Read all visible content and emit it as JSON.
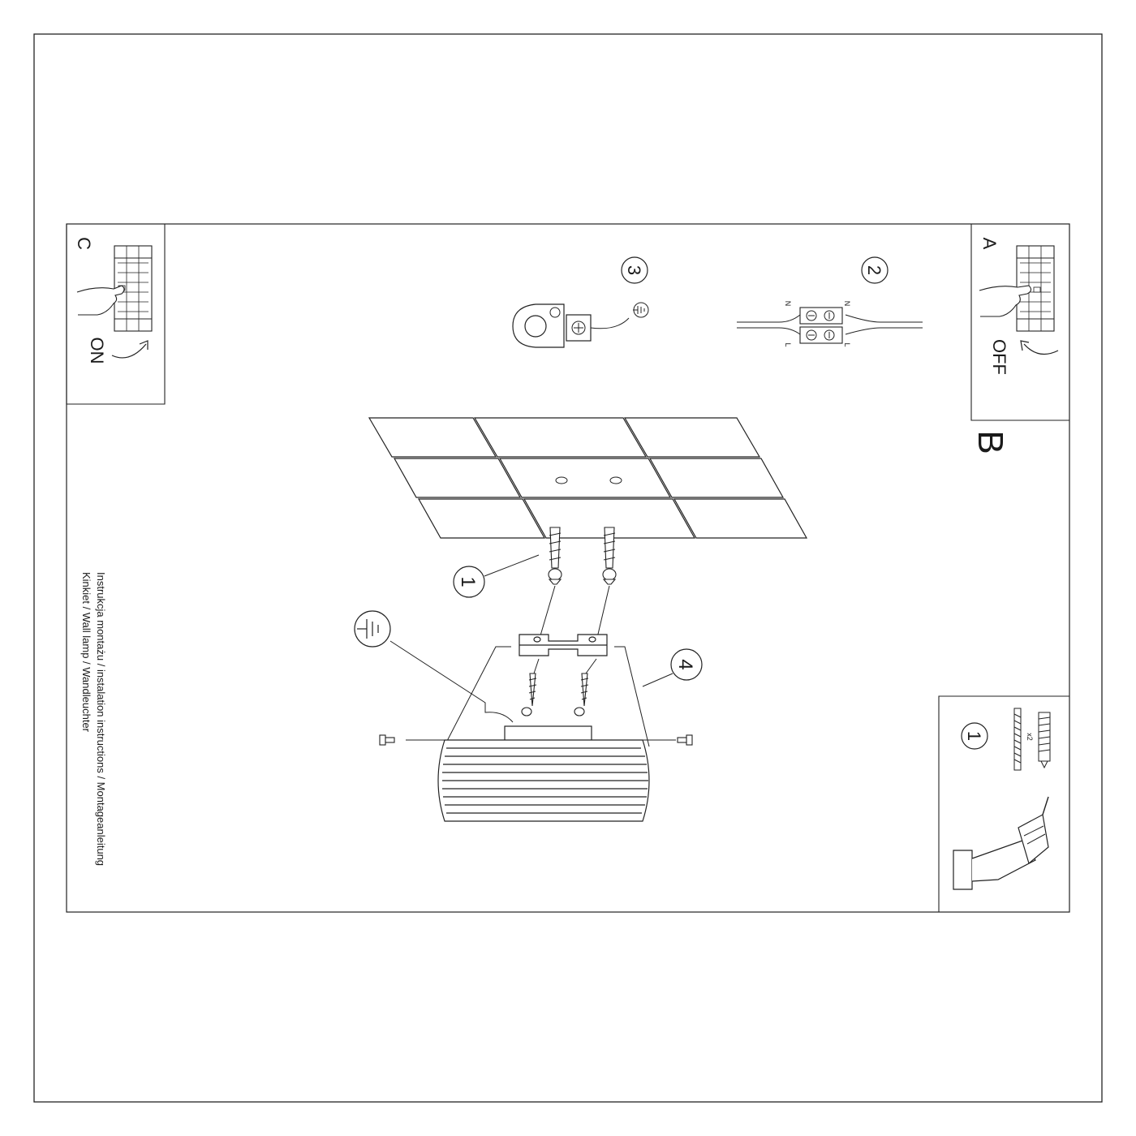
{
  "panels": {
    "a": {
      "letter": "A",
      "switch_label": "OFF"
    },
    "b": {
      "letter": "B"
    },
    "c": {
      "letter": "C",
      "switch_label": "ON"
    },
    "parts": {
      "number": "1",
      "quantity": "x2"
    }
  },
  "steps": {
    "s1": "1",
    "s2": "2",
    "s3": "3",
    "s4": "4"
  },
  "wires": {
    "neutral_left": "N",
    "neutral_right": "N",
    "live_left": "L",
    "live_right": "L"
  },
  "caption": {
    "line1": "Instrukcja montażu / instalation instructions / Montageanleitung",
    "line2": "Kinkiet / Wall lamp / Wandleuchter"
  },
  "icons": [
    "earth-ground-icon",
    "drill-icon",
    "circuit-breaker-icon",
    "hand-icon",
    "rotate-arrow-icon"
  ]
}
